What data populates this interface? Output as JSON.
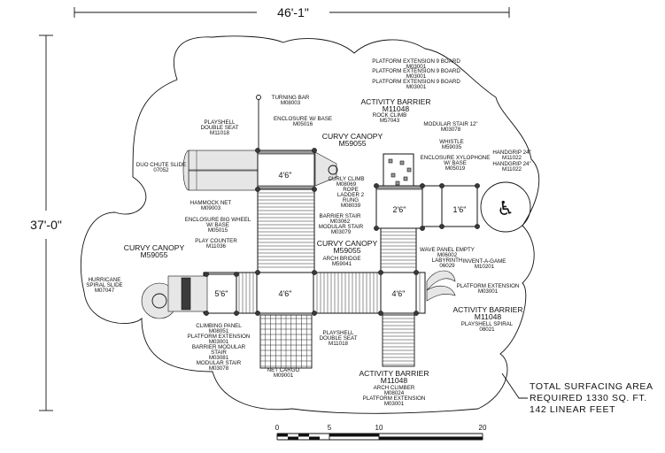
{
  "dimensions": {
    "width": "46'-1\"",
    "height": "37'-0\""
  },
  "decks": {
    "d1": "4'6\"",
    "d2": "4'6\"",
    "d3": "4'6\"",
    "d4": "5'6\"",
    "d5": "2'6\"",
    "d6": "1'6\""
  },
  "labels": {
    "pe1a": "PLATFORM EXTENSION 9 BOARD",
    "pe1b": "M03001",
    "pe2a": "PLATFORM EXTENSION 9 BOARD",
    "pe2b": "M03001",
    "pe3a": "PLATFORM EXTENSION 9 BOARD",
    "pe3b": "M03001",
    "turn_a": "TURNING BAR",
    "turn_b": "M08003",
    "ab_top_a": "ACTIVITY BARRIER",
    "ab_top_b": "M11048",
    "ps_top_a": "PLAYSHELL",
    "ps_top_b": "DOUBLE SEAT",
    "ps_top_c": "M11018",
    "enc_base_a": "ENCLOSURE W/ BASE",
    "enc_base_b": "M05016",
    "rock_a": "ROCK CLIMB",
    "rock_b": "M57043",
    "ms12_a": "MODULAR STAIR 12\"",
    "ms12_b": "M03078",
    "cc1_a": "CURVY CANOPY",
    "cc1_b": "M59055",
    "whistle_a": "WHISTLE",
    "whistle_b": "M59035",
    "hg1_a": "HANDGRIP 24\"",
    "hg1_b": "M11022",
    "hg2_a": "HANDGRIP 24\"",
    "hg2_b": "M11022",
    "xylo_a": "ENCLOSURE XYLOPHONE",
    "xylo_b": "W/ BASE",
    "xylo_c": "M05019",
    "duo_a": "DUO CHUTE SLIDE",
    "duo_b": "07052",
    "curly_a": "CURLY CLIMB",
    "curly_b": "M08069",
    "rope_a": "ROPE",
    "rope_b": "LADDER 2",
    "rope_c": "RUNG",
    "rope_d": "M08039",
    "hammock_a": "HAMMOCK NET",
    "hammock_b": "M09003",
    "bs_a": "BARRIER STAIR",
    "bs_b": "M03062",
    "ms_a": "MODULAR STAIR",
    "ms_b": "M03079",
    "ebw_a": "ENCLOSURE BIG WHEEL",
    "ebw_b": "W/ BASE",
    "ebw_c": "M05015",
    "cc2_a": "CURVY CANOPY",
    "cc2_b": "M59055",
    "pc_a": "PLAY COUNTER",
    "pc_b": "M11036",
    "cc3_a": "CURVY CANOPY",
    "cc3_b": "M59055",
    "wave_a": "WAVE PANEL EMPTY",
    "wave_b": "M06002",
    "lab_a": "LABYRINTH",
    "lab_b": "06029",
    "inv_a": "INVENT-A-GAME",
    "inv_b": "M10201",
    "ab_a": "ARCH BRIDGE",
    "ab_b": "M59041",
    "hur_a": "HURRICANE",
    "hur_b": "SPIRAL SLIDE",
    "hur_c": "M07047",
    "pe_r_a": "PLATFORM EXTENSION",
    "pe_r_b": "M03001",
    "ab_r_a": "ACTIVITY BARRIER",
    "ab_r_b": "M11048",
    "pss_a": "PLAYSHELL SPIRAL",
    "pss_b": "08021",
    "cp_a": "CLIMBING PANEL",
    "cp_b": "M08051",
    "pe_l_a": "PLATFORM EXTENSION",
    "pe_l_b": "M03001",
    "bms_a": "BARRIER MODULAR",
    "bms_b": "STAIR",
    "bms_c": "M03081",
    "ms2_a": "MODULAR STAIR",
    "ms2_b": "M03078",
    "ps_b_a": "PLAYSHELL",
    "ps_b_b": "DOUBLE SEAT",
    "ps_b_c": "M11018",
    "net_a": "NET CARGO",
    "net_b": "M09001",
    "ab_bot_a": "ACTIVITY BARRIER",
    "ab_bot_b": "M11048",
    "arch_c_a": "ARCH CLIMBER",
    "arch_c_b": "M08024",
    "pe_b_a": "PLATFORM EXTENSION",
    "pe_b_b": "M03001"
  },
  "note": {
    "l1": "TOTAL SURFACING AREA",
    "l2": "REQUIRED 1330 SQ. FT.",
    "l3": "142 LINEAR FEET"
  },
  "scale": {
    "t0": "0",
    "t5": "5",
    "t10": "10",
    "t20": "20"
  },
  "icons": {
    "accessibility": "wheelchair-icon"
  }
}
